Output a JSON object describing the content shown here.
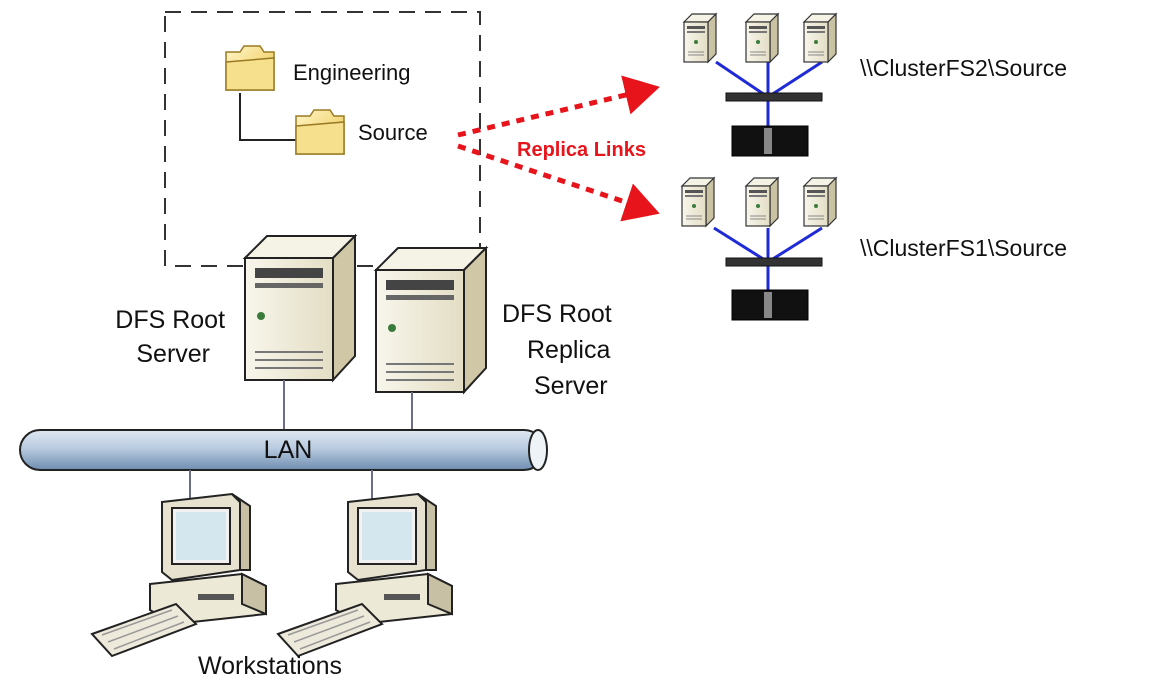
{
  "folders": {
    "engineering": "Engineering",
    "source": "Source"
  },
  "replica_links_label": "Replica Links",
  "cluster_top_label": "\\\\ClusterFS2\\Source",
  "cluster_bottom_label": "\\\\ClusterFS1\\Source",
  "root_server_label": [
    "DFS Root",
    "Server"
  ],
  "replica_server_label": [
    "DFS Root",
    "Replica",
    "Server"
  ],
  "lan_label": "LAN",
  "workstations_label": "Workstations",
  "colors": {
    "replica_red": "#e8141b",
    "link_blue": "#1f2bd6",
    "lan_fill": "#b9cbe0",
    "server_body": "#e9e4cd"
  }
}
